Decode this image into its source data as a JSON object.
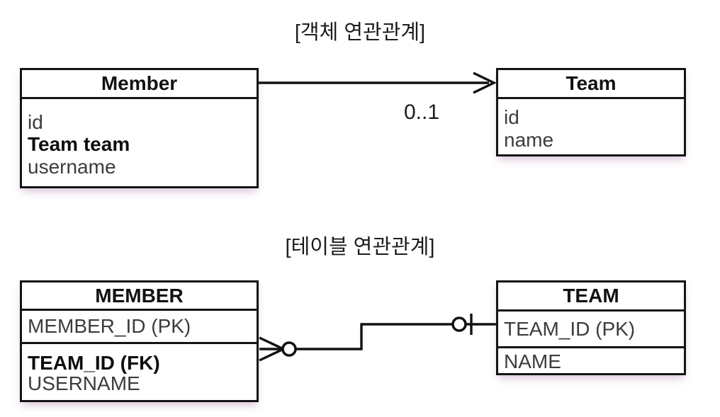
{
  "diagram": {
    "sections": [
      {
        "id": "object-association",
        "title": "[객체 연관관계]",
        "left_entity": {
          "name": "Member",
          "attributes": [
            {
              "text": "id",
              "bold": false
            },
            {
              "text": "Team team",
              "bold": true
            },
            {
              "text": "username",
              "bold": false
            }
          ]
        },
        "right_entity": {
          "name": "Team",
          "attributes": [
            {
              "text": "id",
              "bold": false
            },
            {
              "text": "name",
              "bold": false
            }
          ]
        },
        "relationship": {
          "style": "directed-arrow",
          "multiplicity_label": "0..1",
          "source_end": "none",
          "target_end": "open-arrow"
        }
      },
      {
        "id": "table-association",
        "title": "[테이블 연관관계]",
        "left_entity": {
          "name": "MEMBER",
          "groups": [
            [
              {
                "text": "MEMBER_ID (PK)",
                "bold": false
              }
            ],
            [
              {
                "text": "TEAM_ID (FK)",
                "bold": true
              },
              {
                "text": "USERNAME",
                "bold": false
              }
            ]
          ]
        },
        "right_entity": {
          "name": "TEAM",
          "groups": [
            [
              {
                "text": "TEAM_ID (PK)",
                "bold": false
              }
            ],
            [
              {
                "text": "NAME",
                "bold": false
              }
            ]
          ]
        },
        "relationship": {
          "style": "crows-foot",
          "source_end": "zero-or-many",
          "target_end": "zero-or-one"
        }
      }
    ],
    "colors": {
      "stroke": "#121212",
      "text": "#1d1d1f",
      "attribute_text": "#3c3c3c",
      "background": "#ffffff",
      "shadow": "rgba(150, 95, 150, 0.38)"
    }
  }
}
